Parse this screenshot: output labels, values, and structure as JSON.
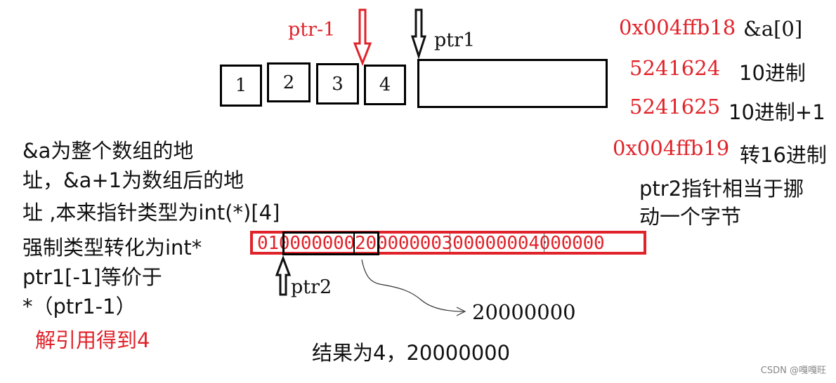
{
  "labels": {
    "ptr_minus_1": "ptr-1",
    "ptr1": "ptr1",
    "ptr2": "ptr2"
  },
  "cells": [
    "1",
    "2",
    "3",
    "4"
  ],
  "right_notes": {
    "addr_hex": "0x004ffb18",
    "addr_label": "&a[0]",
    "dec_value": "5241624",
    "dec_label": "10进制",
    "dec_plus_value": "5241625",
    "dec_plus_label": "10进制+1",
    "hex_plus_value": "0x004ffb19",
    "hex_plus_label": "转16进制",
    "ptr2_note_1": "ptr2指针相当于挪",
    "ptr2_note_2": "动一个字节"
  },
  "left_notes": {
    "line1": "&a为整个数组的地",
    "line2": "址，&a+1为数组后的地",
    "line3": "址 ,本来指针类型为int(*)[4]",
    "line4": "强制类型转化为int*",
    "line5": "ptr1[-1]等价于",
    "line6": "*（ptr1-1）",
    "line7": "解引用得到4"
  },
  "bytes_row": "01000000020000000300000004000000",
  "result_value": "20000000",
  "result_text": "结果为4，20000000",
  "watermark": "CSDN @嘎嘎旺",
  "colors": {
    "red": "#e0232a",
    "black": "#111111"
  }
}
